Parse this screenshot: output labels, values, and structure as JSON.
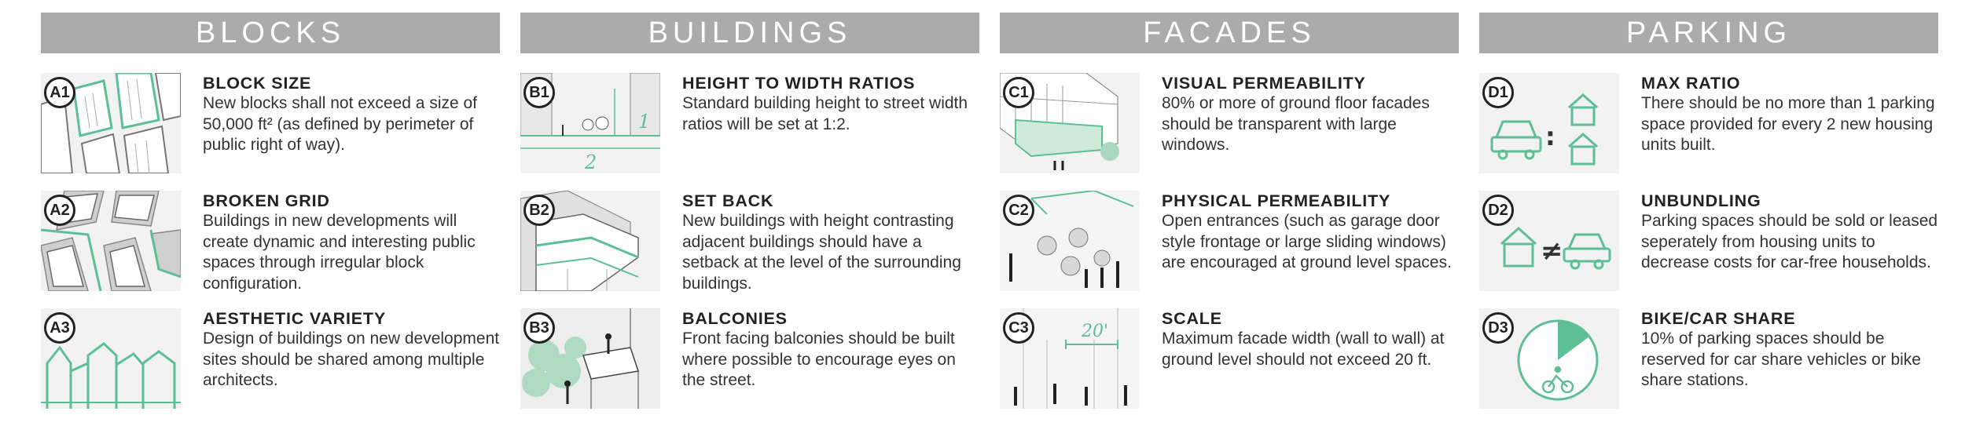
{
  "columns": [
    {
      "header": "BLOCKS",
      "items": [
        {
          "badge": "A1",
          "title": "BLOCK SIZE",
          "body": "New blocks shall not exceed a size of 50,000 ft² (as defined by perimeter of public right of way)."
        },
        {
          "badge": "A2",
          "title": "BROKEN GRID",
          "body": "Buildings in new developments will create dynamic and interesting public spaces through irregular block configuration."
        },
        {
          "badge": "A3",
          "title": "AESTHETIC VARIETY",
          "body": "Design of buildings on new development sites should be shared among multiple architects."
        }
      ]
    },
    {
      "header": "BUILDINGS",
      "items": [
        {
          "badge": "B1",
          "title": "HEIGHT TO WIDTH RATIOS",
          "body": "Standard building height to street width ratios will be set at 1:2."
        },
        {
          "badge": "B2",
          "title": "SET BACK",
          "body": "New buildings with height contrasting adjacent buildings should have a setback at the level of the surrounding buildings."
        },
        {
          "badge": "B3",
          "title": "BALCONIES",
          "body": "Front facing balconies should be built where possible to encourage eyes on the street."
        }
      ]
    },
    {
      "header": "FACADES",
      "items": [
        {
          "badge": "C1",
          "title": "VISUAL PERMEABILITY",
          "body": "80% or more of ground floor facades should be transparent with large windows."
        },
        {
          "badge": "C2",
          "title": "PHYSICAL PERMEABILITY",
          "body": "Open entrances (such as garage door style frontage or large sliding windows) are encouraged at ground level spaces."
        },
        {
          "badge": "C3",
          "title": "SCALE",
          "body": "Maximum facade width (wall to wall) at ground level should not exceed 20 ft."
        }
      ]
    },
    {
      "header": "PARKING",
      "items": [
        {
          "badge": "D1",
          "title": "MAX RATIO",
          "body": "There should be no more than 1 parking space provided for every 2 new housing units built."
        },
        {
          "badge": "D2",
          "title": "UNBUNDLING",
          "body": "Parking spaces should be sold or leased seperately from housing units to decrease costs for car-free households."
        },
        {
          "badge": "D3",
          "title": "BIKE/CAR SHARE",
          "body": "10% of parking spaces should be reserved for car share vehicles or bike share stations."
        }
      ]
    }
  ],
  "thumb_labels": {
    "b1_height": "1",
    "b1_width": "2",
    "c3_width": "20'",
    "d1_colon": ":",
    "d2_not_equal": "≠"
  },
  "colors": {
    "header_bg": "#ababab",
    "accent_green": "#5fbf94",
    "thumb_bg": "#f2f2f2",
    "line_dark": "#555555"
  },
  "icons": {
    "d1": [
      "car-icon",
      "house-icon",
      "house-icon"
    ],
    "d2": [
      "house-icon",
      "car-icon"
    ],
    "d3": [
      "pie-icon",
      "bike-icon"
    ]
  }
}
